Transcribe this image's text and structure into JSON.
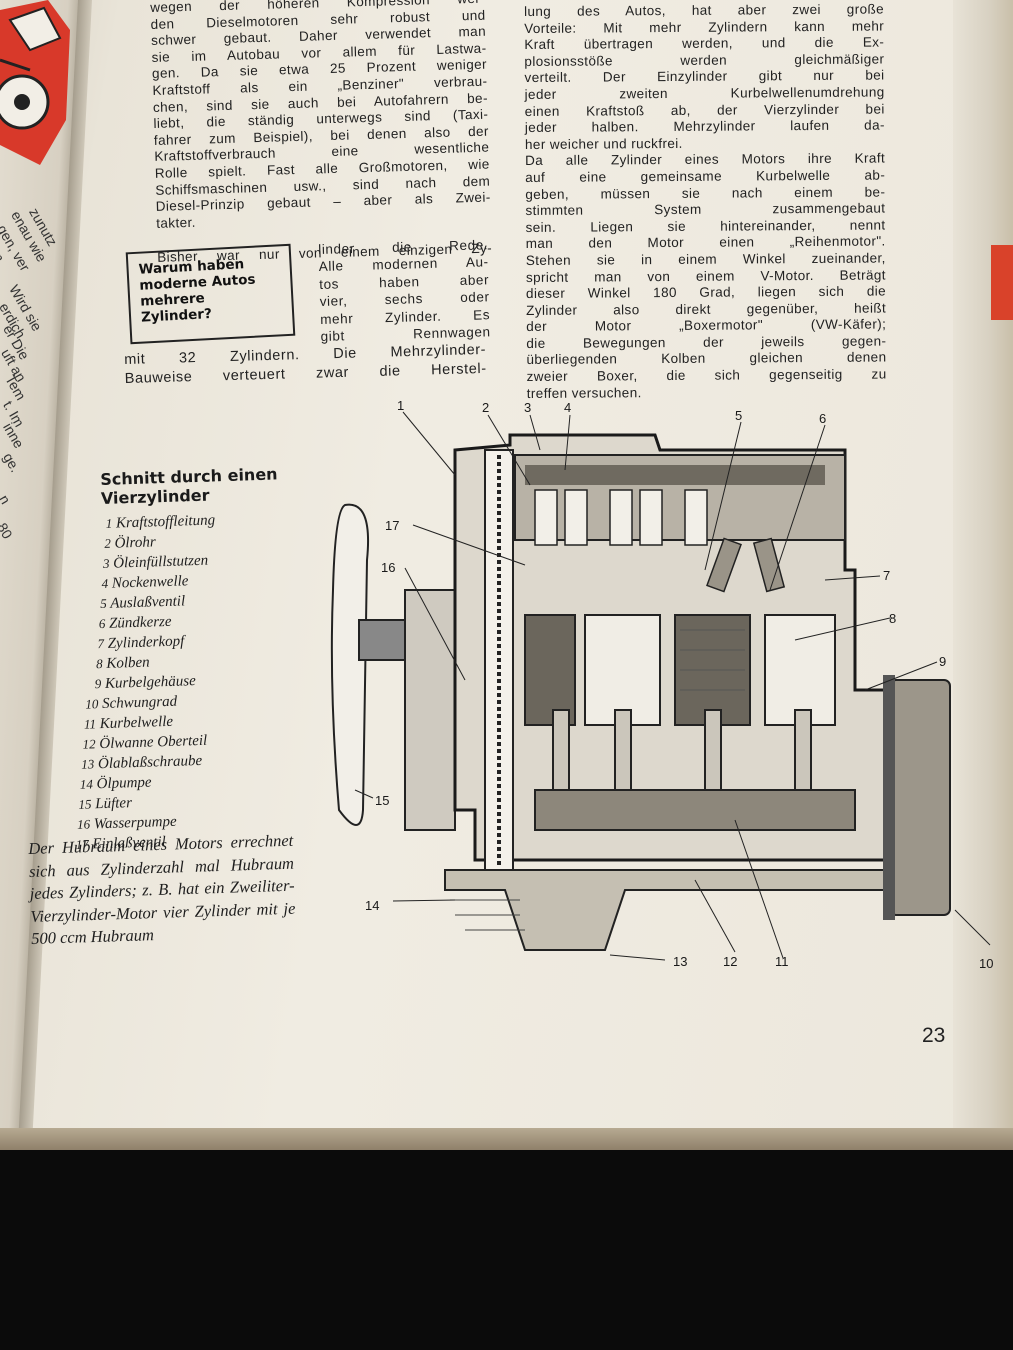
{
  "col1_top": [
    "wegen der höheren Kompression wer-",
    "den Dieselmotoren sehr robust und",
    "schwer gebaut. Daher verwendet man",
    "sie im Autobau vor allem für Lastwa-",
    "gen. Da sie etwa 25 Prozent weniger",
    "Kraftstoff als ein „Benziner\" verbrau-",
    "chen, sind sie auch bei Autofahrern be-",
    "liebt, die ständig unterwegs sind (Taxi-",
    "fahrer zum Beispiel), bei denen also der",
    "Kraftstoffverbrauch eine wesentliche",
    "Rolle spielt. Fast alle Großmotoren, wie",
    "Schiffsmaschinen usw., sind nach dem",
    "Diesel-Prinzip gebaut – aber als Zwei-",
    "takter."
  ],
  "col1_mid": "Bisher war nur von einem einzigen Zy-",
  "col1_wrap": [
    "linder die Rede.",
    "Alle modernen Au-",
    "tos haben aber",
    "vier, sechs oder",
    "mehr Zylinder. Es",
    "gibt Rennwagen"
  ],
  "col1_bottom": [
    "mit 32 Zylindern. Die Mehrzylinder-",
    "Bauweise verteuert zwar die Herstel-"
  ],
  "sidebar_box": [
    "Warum haben",
    "moderne Autos",
    "mehrere",
    "Zylinder?"
  ],
  "col2": [
    "lung des Autos, hat aber zwei große",
    "Vorteile: Mit mehr Zylindern kann mehr",
    "Kraft übertragen werden, und die Ex-",
    "plosionsstöße werden gleichmäßiger",
    "verteilt. Der Einzylinder gibt nur bei",
    "jeder zweiten Kurbelwellenumdrehung",
    "einen Kraftstoß ab, der Vierzylinder bei",
    "jeder halben. Mehrzylinder laufen da-",
    "her weicher und ruckfrei.",
    "Da alle Zylinder eines Motors ihre Kraft",
    "auf eine gemeinsame Kurbelwelle ab-",
    "geben, müssen sie nach einem be-",
    "stimmten System zusammengebaut",
    "sein. Liegen sie hintereinander, nennt",
    "man den Motor einen „Reihenmotor\".",
    "Stehen sie in einem Winkel zueinander,",
    "spricht man von einem V-Motor. Beträgt",
    "dieser Winkel 180 Grad, liegen sich die",
    "Zylinder also direkt gegenüber, heißt",
    "der Motor „Boxermotor\" (VW-Käfer);",
    "die Bewegungen der jeweils gegen-",
    "überliegenden Kolben gleichen denen",
    "zweier Boxer, die sich gegenseitig zu",
    "treffen versuchen."
  ],
  "legend": {
    "title_line1": "Schnitt durch einen",
    "title_line2": "Vierzylinder",
    "items": [
      {
        "n": "1",
        "label": "Kraftstoffleitung"
      },
      {
        "n": "2",
        "label": "Ölrohr"
      },
      {
        "n": "3",
        "label": "Öleinfüllstutzen"
      },
      {
        "n": "4",
        "label": "Nockenwelle"
      },
      {
        "n": "5",
        "label": "Auslaßventil"
      },
      {
        "n": "6",
        "label": "Zündkerze"
      },
      {
        "n": "7",
        "label": "Zylinderkopf"
      },
      {
        "n": "8",
        "label": "Kolben"
      },
      {
        "n": "9",
        "label": "Kurbelgehäuse"
      },
      {
        "n": "10",
        "label": "Schwungrad"
      },
      {
        "n": "11",
        "label": "Kurbelwelle"
      },
      {
        "n": "12",
        "label": "Ölwanne Oberteil"
      },
      {
        "n": "13",
        "label": "Ölablaßschraube"
      },
      {
        "n": "14",
        "label": "Ölpumpe"
      },
      {
        "n": "15",
        "label": "Lüfter"
      },
      {
        "n": "16",
        "label": "Wasserpumpe"
      },
      {
        "n": "17",
        "label": "Einlaßventil"
      }
    ],
    "note": "Der Hubraum eines Motors errechnet sich aus Zylinderzahl mal Hubraum jedes Zylinders; z. B. hat ein Zweiliter-Vierzylinder-Motor vier Zylinder mit je 500 ccm Hubraum"
  },
  "diagram_labels": [
    "1",
    "2",
    "3",
    "4",
    "5",
    "6",
    "7",
    "8",
    "9",
    "10",
    "11",
    "12",
    "13",
    "14",
    "15",
    "16",
    "17"
  ],
  "left_page_fragments": [
    "zunutz",
    "enau wie",
    "gen, ver",
    "n.",
    "Wird sie",
    "erdich",
    "er Die",
    "uft an",
    "Tem",
    "t. Im",
    "inne",
    "ge.",
    "n",
    "80"
  ],
  "page_number": "23"
}
